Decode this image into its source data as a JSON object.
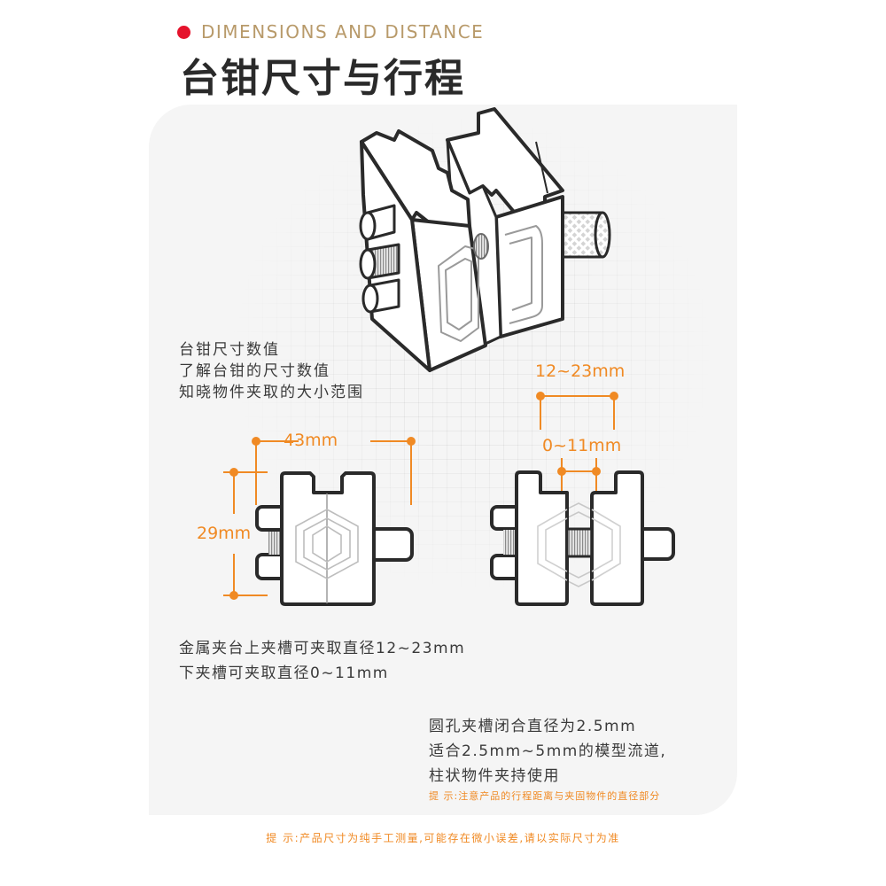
{
  "header": {
    "subtitle": "DIMENSIONS AND DISTANCE",
    "title": "台钳尺寸与行程",
    "accent_dot_color": "#e5132c",
    "subtitle_color": "#b89a6a"
  },
  "intro": {
    "lines": [
      "台钳尺寸数值",
      "了解台钳的尺寸数值",
      "知晓物件夹取的大小范围"
    ]
  },
  "dimensions": {
    "left_diagram": {
      "width_label": "43mm",
      "height_label": "29mm"
    },
    "right_diagram": {
      "upper_slot_label": "12~23mm",
      "lower_slot_label": "0~11mm"
    },
    "accent_color": "#f08a24"
  },
  "slot_info": {
    "lines": [
      "金属夹台上夹槽可夹取直径12~23mm",
      "下夹槽可夹取直径0~11mm"
    ]
  },
  "hole_info": {
    "lines": [
      "圆孔夹槽闭合直径为2.5mm",
      "适合2.5mm~5mm的模型流道,",
      "柱状物件夹持使用"
    ],
    "note": "提 示:注意产品的行程距离与夹固物件的直径部分"
  },
  "footer": {
    "note": "提 示:产品尺寸为纯手工测量,可能存在微小误差,请以实际尺寸为准"
  }
}
